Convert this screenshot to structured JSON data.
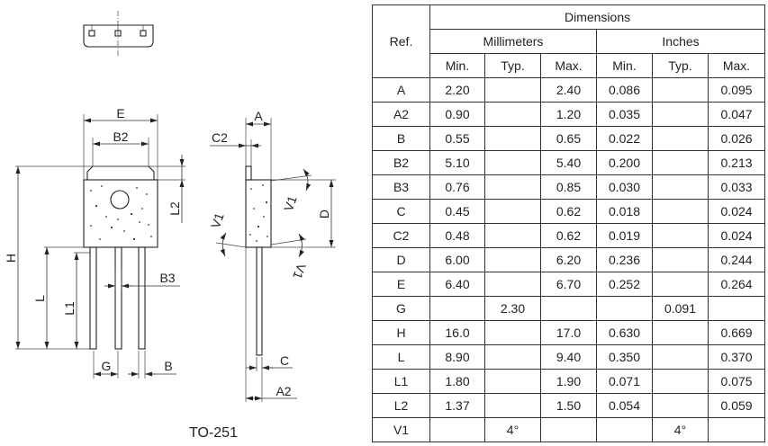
{
  "drawing": {
    "title": "TO-251",
    "labels": {
      "E": "E",
      "B2": "B2",
      "L2": "L2",
      "H": "H",
      "L": "L",
      "L1": "L1",
      "B3": "B3",
      "G": "G",
      "B": "B",
      "A": "A",
      "C2": "C2",
      "V1": "V1",
      "D": "D",
      "C": "C",
      "A2": "A2"
    }
  },
  "table": {
    "header": {
      "ref": "Ref.",
      "title": "Dimensions",
      "mm": "Millimeters",
      "inch": "Inches",
      "cols": [
        "Min.",
        "Typ.",
        "Max.",
        "Min.",
        "Typ.",
        "Max."
      ]
    },
    "rows": [
      {
        "ref": "A",
        "mm": [
          "2.20",
          "",
          "2.40"
        ],
        "in": [
          "0.086",
          "",
          "0.095"
        ]
      },
      {
        "ref": "A2",
        "mm": [
          "0.90",
          "",
          "1.20"
        ],
        "in": [
          "0.035",
          "",
          "0.047"
        ]
      },
      {
        "ref": "B",
        "mm": [
          "0.55",
          "",
          "0.65"
        ],
        "in": [
          "0.022",
          "",
          "0.026"
        ]
      },
      {
        "ref": "B2",
        "mm": [
          "5.10",
          "",
          "5.40"
        ],
        "in": [
          "0.200",
          "",
          "0.213"
        ]
      },
      {
        "ref": "B3",
        "mm": [
          "0.76",
          "",
          "0.85"
        ],
        "in": [
          "0.030",
          "",
          "0.033"
        ]
      },
      {
        "ref": "C",
        "mm": [
          "0.45",
          "",
          "0.62"
        ],
        "in": [
          "0.018",
          "",
          "0.024"
        ]
      },
      {
        "ref": "C2",
        "mm": [
          "0.48",
          "",
          "0.62"
        ],
        "in": [
          "0.019",
          "",
          "0.024"
        ]
      },
      {
        "ref": "D",
        "mm": [
          "6.00",
          "",
          "6.20"
        ],
        "in": [
          "0.236",
          "",
          "0.244"
        ]
      },
      {
        "ref": "E",
        "mm": [
          "6.40",
          "",
          "6.70"
        ],
        "in": [
          "0.252",
          "",
          "0.264"
        ]
      },
      {
        "ref": "G",
        "mm": [
          "",
          "2.30",
          ""
        ],
        "in": [
          "",
          "0.091",
          ""
        ]
      },
      {
        "ref": "H",
        "mm": [
          "16.0",
          "",
          "17.0"
        ],
        "in": [
          "0.630",
          "",
          "0.669"
        ]
      },
      {
        "ref": "L",
        "mm": [
          "8.90",
          "",
          "9.40"
        ],
        "in": [
          "0.350",
          "",
          "0.370"
        ]
      },
      {
        "ref": "L1",
        "mm": [
          "1.80",
          "",
          "1.90"
        ],
        "in": [
          "0.071",
          "",
          "0.075"
        ]
      },
      {
        "ref": "L2",
        "mm": [
          "1.37",
          "",
          "1.50"
        ],
        "in": [
          "0.054",
          "",
          "0.059"
        ]
      },
      {
        "ref": "V1",
        "mm": [
          "",
          "4°",
          ""
        ],
        "in": [
          "",
          "4°",
          ""
        ]
      }
    ]
  }
}
